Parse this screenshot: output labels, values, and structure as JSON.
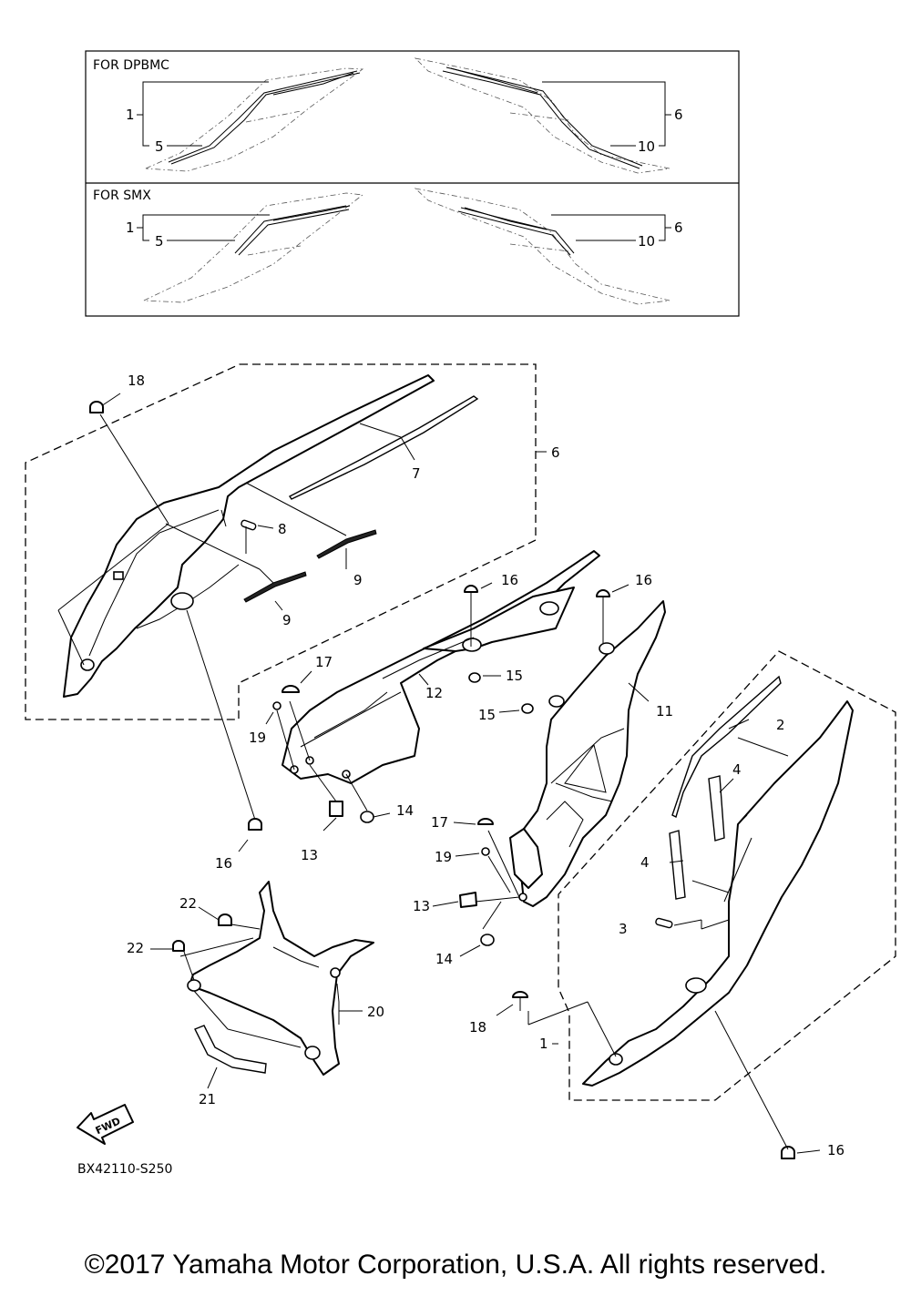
{
  "variants": [
    {
      "header": "FOR DPBMC",
      "left_labels": [
        "1",
        "5"
      ],
      "right_labels": [
        "6",
        "10"
      ]
    },
    {
      "header": "FOR SMX",
      "left_labels": [
        "1",
        "5"
      ],
      "right_labels": [
        "6",
        "10"
      ]
    }
  ],
  "callouts": {
    "p1": "1",
    "p2": "2",
    "p3": "3",
    "p4a": "4",
    "p4b": "4",
    "p6": "6",
    "p7": "7",
    "p8": "8",
    "p9a": "9",
    "p9b": "9",
    "p11": "11",
    "p12": "12",
    "p13a": "13",
    "p13b": "13",
    "p14a": "14",
    "p14b": "14",
    "p15a": "15",
    "p15b": "15",
    "p16a": "16",
    "p16b": "16",
    "p16c": "16",
    "p16d": "16",
    "p17a": "17",
    "p17b": "17",
    "p18a": "18",
    "p18b": "18",
    "p19a": "19",
    "p19b": "19",
    "p20": "20",
    "p21": "21",
    "p22a": "22",
    "p22b": "22"
  },
  "fwd_label": "FWD",
  "diagram_ref": "BX42110-S250",
  "copyright": "©2017 Yamaha Motor Corporation, U.S.A. All rights reserved."
}
